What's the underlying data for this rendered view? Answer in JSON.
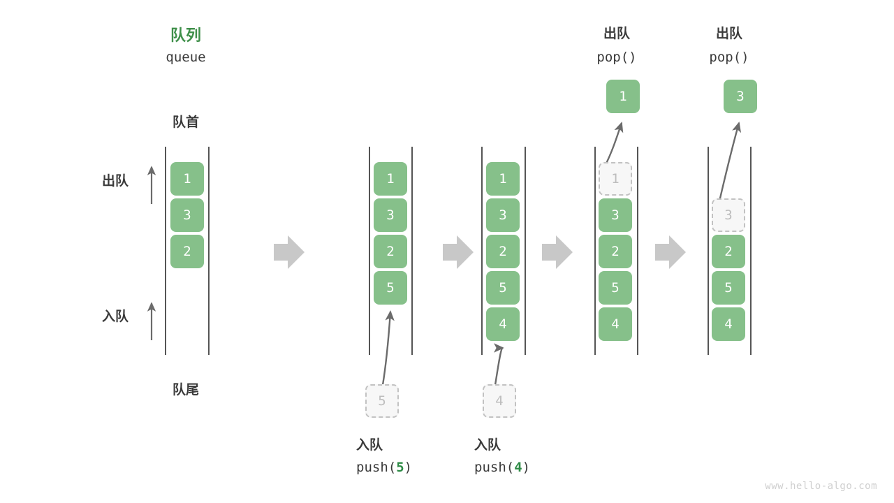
{
  "diagram": {
    "title_cn": "队列",
    "title_en": "queue",
    "front_label": "队首",
    "rear_label": "队尾",
    "dequeue_label": "出队",
    "enqueue_label": "入队",
    "watermark": "www.hello-algo.com",
    "colors": {
      "cell_fill": "#86c08a",
      "cell_text": "#ffffff",
      "ghost_fill": "#f7f7f7",
      "ghost_border": "#c2c2c2",
      "ghost_text": "#bdbdbd",
      "rail": "#555555",
      "arrow": "#6b6b6b",
      "step_arrow": "#c8c8c8",
      "accent_green": "#3f8f4a",
      "text": "#3a3a3a",
      "watermark": "#cfcfcf"
    }
  },
  "stages": [
    {
      "id": "initial",
      "caption_cn": "",
      "caption_code": "",
      "cells": [
        {
          "value": "1",
          "state": "filled"
        },
        {
          "value": "3",
          "state": "filled"
        },
        {
          "value": "2",
          "state": "filled"
        }
      ]
    },
    {
      "id": "push-5",
      "caption_cn": "入队",
      "caption_fn": "push(",
      "caption_arg": "5",
      "caption_close": ")",
      "incoming_value": "5",
      "cells": [
        {
          "value": "1",
          "state": "filled"
        },
        {
          "value": "3",
          "state": "filled"
        },
        {
          "value": "2",
          "state": "filled"
        },
        {
          "value": "5",
          "state": "filled"
        }
      ]
    },
    {
      "id": "push-4",
      "caption_cn": "入队",
      "caption_fn": "push(",
      "caption_arg": "4",
      "caption_close": ")",
      "incoming_value": "4",
      "cells": [
        {
          "value": "1",
          "state": "filled"
        },
        {
          "value": "3",
          "state": "filled"
        },
        {
          "value": "2",
          "state": "filled"
        },
        {
          "value": "5",
          "state": "filled"
        },
        {
          "value": "4",
          "state": "filled"
        }
      ]
    },
    {
      "id": "pop-1",
      "header_cn": "出队",
      "header_fn": "pop()",
      "popped_value": "1",
      "cells": [
        {
          "value": "1",
          "state": "ghost"
        },
        {
          "value": "3",
          "state": "filled"
        },
        {
          "value": "2",
          "state": "filled"
        },
        {
          "value": "5",
          "state": "filled"
        },
        {
          "value": "4",
          "state": "filled"
        }
      ]
    },
    {
      "id": "pop-3",
      "header_cn": "出队",
      "header_fn": "pop()",
      "popped_value": "3",
      "cells": [
        {
          "value": "",
          "state": "empty"
        },
        {
          "value": "3",
          "state": "ghost"
        },
        {
          "value": "2",
          "state": "filled"
        },
        {
          "value": "5",
          "state": "filled"
        },
        {
          "value": "4",
          "state": "filled"
        }
      ]
    }
  ]
}
